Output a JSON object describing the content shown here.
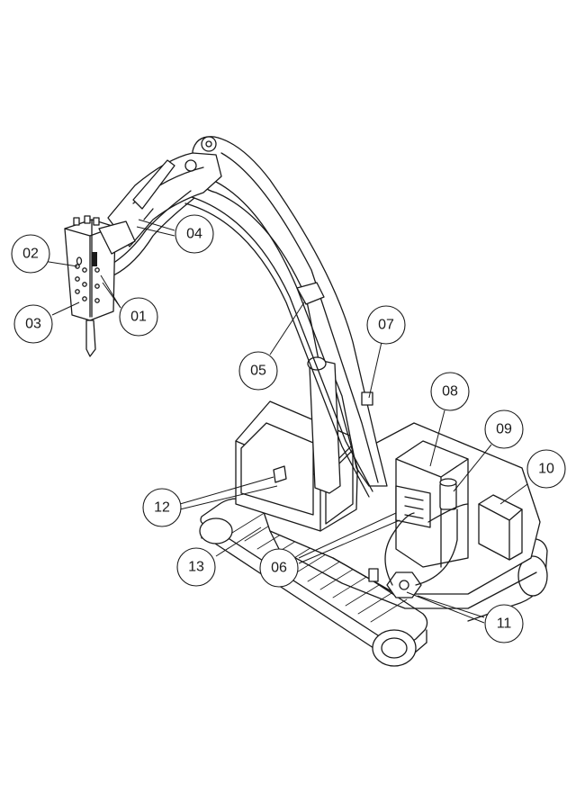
{
  "callouts": [
    {
      "id": "c01",
      "label": "01"
    },
    {
      "id": "c02",
      "label": "02"
    },
    {
      "id": "c03",
      "label": "03"
    },
    {
      "id": "c04",
      "label": "04"
    },
    {
      "id": "c05",
      "label": "05"
    },
    {
      "id": "c06",
      "label": "06"
    },
    {
      "id": "c07",
      "label": "07"
    },
    {
      "id": "c08",
      "label": "08"
    },
    {
      "id": "c09",
      "label": "09"
    },
    {
      "id": "c10",
      "label": "10"
    },
    {
      "id": "c11",
      "label": "11"
    },
    {
      "id": "c12",
      "label": "12"
    },
    {
      "id": "c13",
      "label": "13"
    }
  ]
}
